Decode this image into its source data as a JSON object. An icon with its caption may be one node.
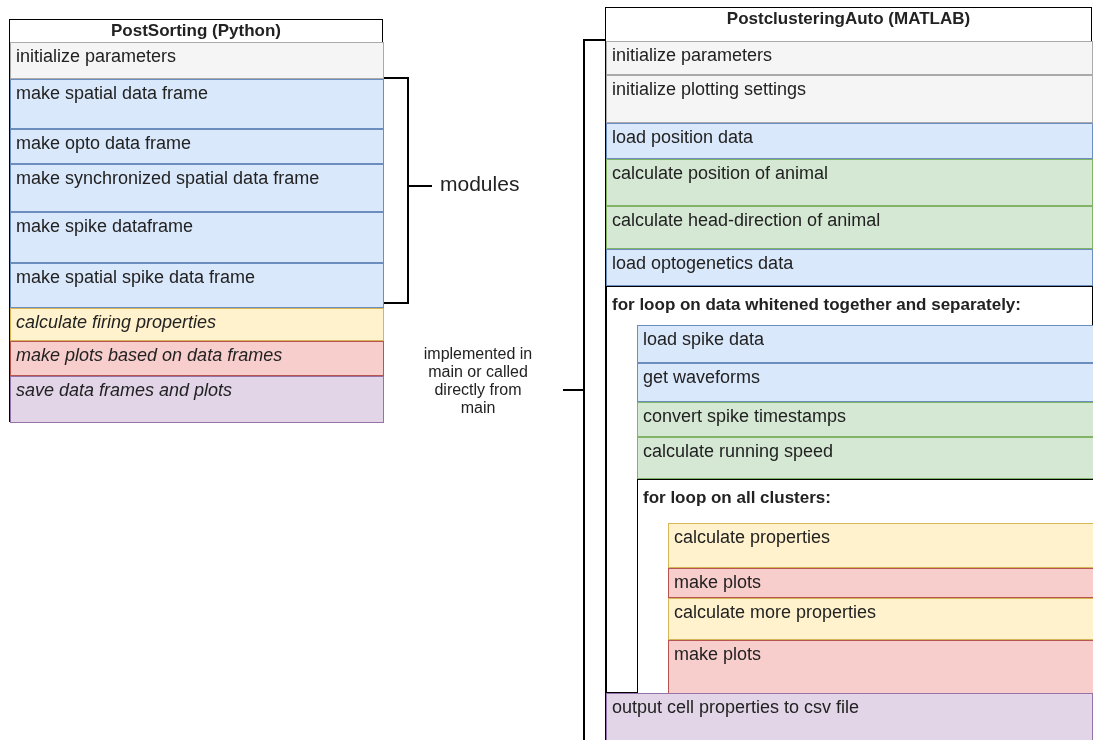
{
  "diagram": {
    "nodes": [
      {
        "text": [
          "PostSorting (Python)"
        ]
      },
      {
        "text": [
          "initialize parameters"
        ],
        "in": 0
      },
      {
        "text": [
          "make spatial data frame"
        ],
        "in": 0
      },
      {
        "text": [
          "make opto data frame"
        ],
        "in": 0
      },
      {
        "text": [
          "make synchronized spatial data frame"
        ],
        "in": 0
      },
      {
        "text": [
          "make spike dataframe"
        ],
        "in": 0
      },
      {
        "text": [
          "make spatial spike data frame"
        ],
        "in": 0
      },
      {
        "text": [
          "calculate firing properties"
        ],
        "in": 0
      },
      {
        "text": [
          "make plots based on data frames"
        ],
        "in": 0
      },
      {
        "text": [
          "save data frames and plots"
        ],
        "in": 0
      },
      {
        "text": [
          "PostclusteringAuto (MATLAB)"
        ]
      },
      {
        "text": [
          "initialize parameters"
        ],
        "in": 10
      },
      {
        "text": [
          "initialize plotting settings"
        ],
        "in": 10
      },
      {
        "text": [
          "load position data"
        ],
        "in": 10
      },
      {
        "text": [
          "calculate position of animal"
        ],
        "in": 10
      },
      {
        "text": [
          "calculate head-direction of animal"
        ],
        "in": 10
      },
      {
        "text": [
          "load optogenetics data"
        ],
        "in": 10
      },
      {
        "text": [
          "for loop on data whitened together and separately:"
        ],
        "in": 10
      },
      {
        "text": [
          "load spike data"
        ],
        "in": 17
      },
      {
        "text": [
          "get waveforms"
        ],
        "in": 17
      },
      {
        "text": [
          "convert spike timestamps"
        ],
        "in": 17
      },
      {
        "text": [
          "calculate running speed"
        ],
        "in": 17
      },
      {
        "text": [
          "for loop on all clusters:"
        ],
        "in": 17
      },
      {
        "text": [
          "calculate properties"
        ],
        "in": 22
      },
      {
        "text": [
          "make plots"
        ],
        "in": 22
      },
      {
        "text": [
          "calculate more properties"
        ],
        "in": 22
      },
      {
        "text": [
          "make plots"
        ],
        "in": 22
      },
      {
        "text": [
          "output cell properties to csv file"
        ],
        "in": 10
      }
    ],
    "edges": [],
    "labels": [
      "modules",
      "implemented in main or called directly from main"
    ]
  }
}
